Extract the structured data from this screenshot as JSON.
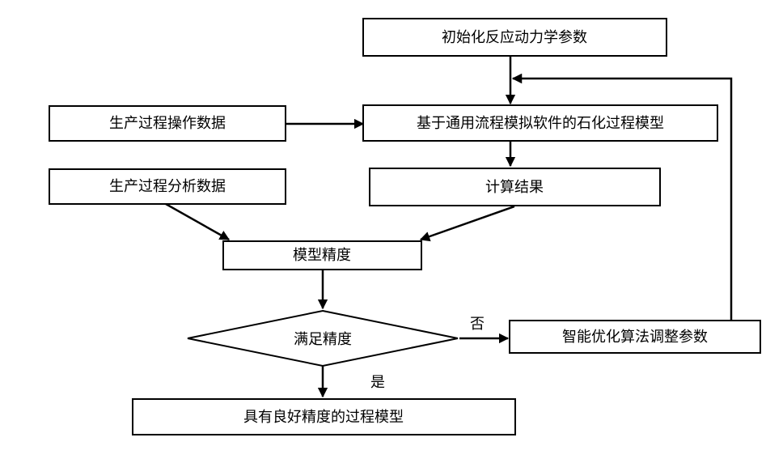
{
  "nodes": {
    "init_params": "初始化反应动力学参数",
    "process_model": "基于通用流程模拟软件的石化过程模型",
    "operation_data": "生产过程操作数据",
    "analysis_data": "生产过程分析数据",
    "calc_result": "计算结果",
    "model_accuracy": "模型精度",
    "meets_accuracy": "满足精度",
    "optimize": "智能优化算法调整参数",
    "final_model": "具有良好精度的过程模型"
  },
  "edge_labels": {
    "no": "否",
    "yes": "是"
  }
}
